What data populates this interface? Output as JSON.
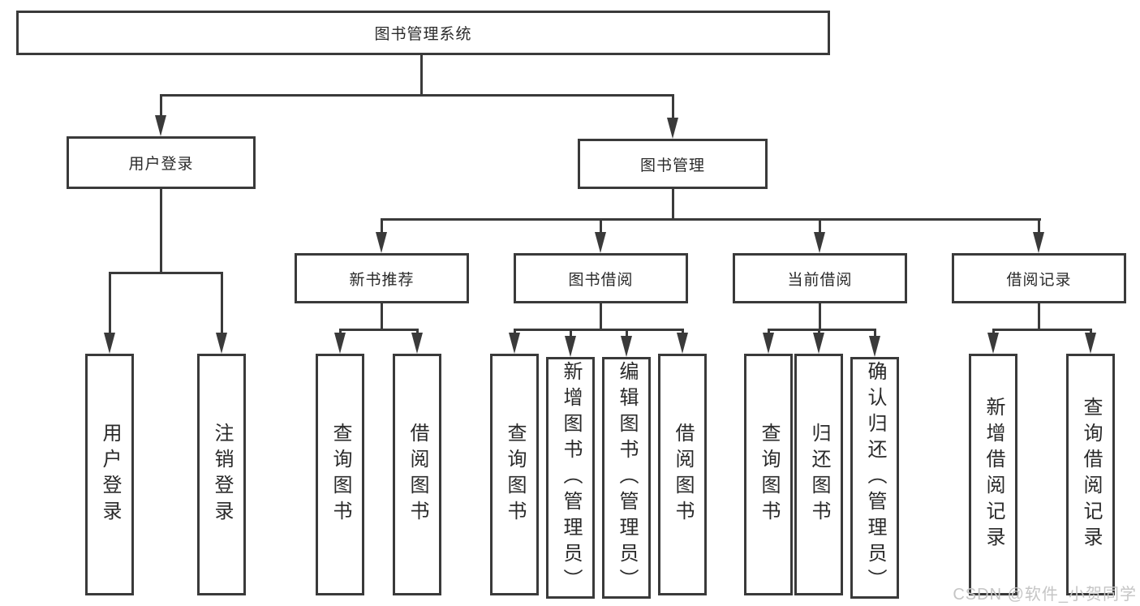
{
  "diagram_title": "图书管理系统",
  "nodes": {
    "root": "图书管理系统",
    "user_login": "用户登录",
    "book_mgmt": "图书管理",
    "new_books": "新书推荐",
    "book_borrow": "图书借阅",
    "current_borrow": "当前借阅",
    "borrow_records": "借阅记录",
    "leaf_user_login": "用户登录",
    "leaf_logout": "注销登录",
    "leaf_query_books_1": "查询图书",
    "leaf_borrow_books_1": "借阅图书",
    "leaf_query_books_2": "查询图书",
    "leaf_add_books": "新增图书（管理员）",
    "leaf_edit_books": "编辑图书（管理员）",
    "leaf_borrow_books_2": "借阅图书",
    "leaf_query_books_3": "查询图书",
    "leaf_return_books": "归还图书",
    "leaf_confirm_return": "确认归还（管理员）",
    "leaf_add_borrow_record": "新增借阅记录",
    "leaf_query_borrow_record": "查询借阅记录"
  },
  "watermark": "CSDN @软件_小贺同学",
  "colors": {
    "line": "#3a3a3a",
    "text": "#2a2a2a",
    "watermark": "#c5c5c5",
    "background": "#ffffff"
  }
}
